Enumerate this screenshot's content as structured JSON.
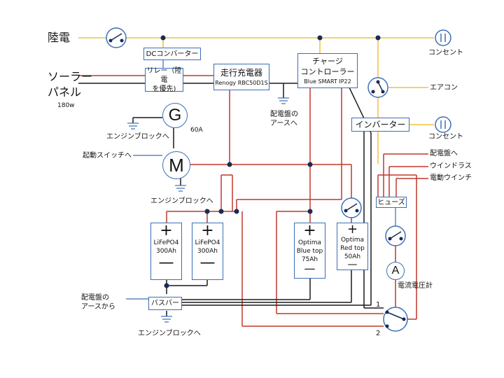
{
  "labels": {
    "grid_power": "陸電",
    "solar_line1": "ソーラー",
    "solar_line2": "パネル",
    "solar_watt": "180w",
    "engine_block_g": "エンジンブロックへ",
    "alternator_amps": "60A",
    "starter_switch": "起動スイッチへ",
    "engine_block_m": "エンジンブロックへ",
    "panel_ground_line1": "配電盤の",
    "panel_ground_line2": "アースへ",
    "outlet_top": "コンセント",
    "aircon": "エアコン",
    "outlet_mid": "コンセント",
    "to_panel": "配電盤へ",
    "windlass": "ウインドラス",
    "electric_winch": "電動ウインチ",
    "meter_label": "電流電圧計",
    "ground_from_line1": "配電盤の",
    "ground_from_line2": "アースから",
    "engine_block_bus": "エンジンブロックへ",
    "selector_pos1": "1",
    "selector_pos2": "2"
  },
  "components": {
    "dc_converter": "DCコンバーター",
    "relay_line1": "リレー（陸電",
    "relay_line2": "を優先)",
    "charger_title": "走行充電器",
    "charger_model": "Renogy RBC50D1S",
    "cc_line1": "チャージ",
    "cc_line2": "コントローラー",
    "cc_model": "Blue SMART IP22",
    "inverter": "インバーター",
    "fuse": "ヒューズ",
    "busbar": "バスバー",
    "generator": "G",
    "motor": "M",
    "ammeter": "A"
  },
  "batteries": [
    {
      "name": "LiFePO4",
      "cap": "300Ah",
      "plus": "+",
      "minus": "—"
    },
    {
      "name": "LiFePO4",
      "cap": "300Ah",
      "plus": "+",
      "minus": "—"
    },
    {
      "name_line1": "Optima",
      "name_line2": "Blue top",
      "cap": "75Ah",
      "plus": "+",
      "minus": "—"
    },
    {
      "name_line1": "Optima",
      "name_line2": "Red top",
      "cap": "50Ah",
      "plus": "+",
      "minus": "—"
    }
  ],
  "colors": {
    "ac": "#f0c040",
    "dc_pos": "#c0392b",
    "dc_neg": "#1a1a1a",
    "signal": "#3b6fb6"
  }
}
